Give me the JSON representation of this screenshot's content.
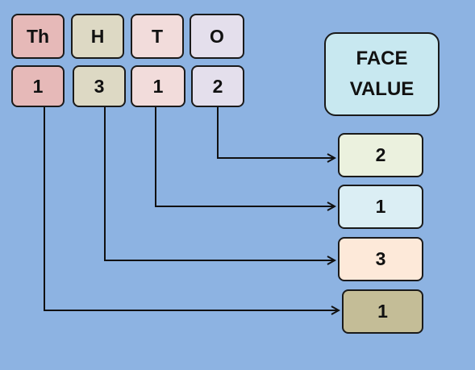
{
  "colors": {
    "background": "#8db3e2",
    "thousands": "#e6b9b8",
    "hundreds": "#ddd9c4",
    "tens": "#f2dcdb",
    "ones": "#e4dfec",
    "face_value_title": "#c8e8f0",
    "face_value_ones": "#ebf1de",
    "face_value_tens": "#dbeef4",
    "face_value_hundreds": "#fde9d9",
    "face_value_thousands": "#c4bd97"
  },
  "place_headers": [
    "Th",
    "H",
    "T",
    "O"
  ],
  "digits": [
    "1",
    "3",
    "1",
    "2"
  ],
  "face_value_title": {
    "line1": "FACE",
    "line2": "VALUE"
  },
  "face_values": [
    "2",
    "1",
    "3",
    "1"
  ]
}
